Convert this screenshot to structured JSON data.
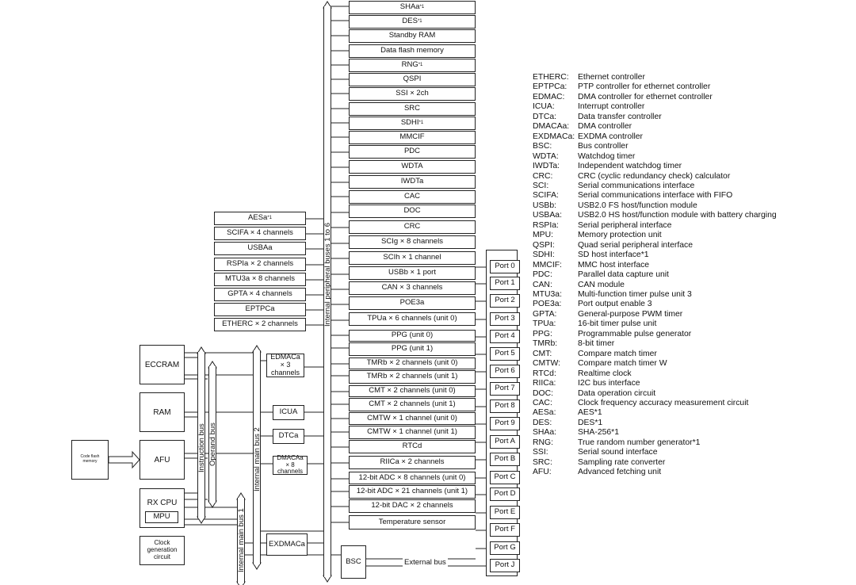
{
  "central_modules": [
    {
      "label": "SHAa",
      "note": "*1"
    },
    {
      "label": "DES",
      "note": "*1"
    },
    {
      "label": "Standby RAM",
      "note": ""
    },
    {
      "label": "Data flash memory",
      "note": ""
    },
    {
      "label": "RNG",
      "note": "*1"
    },
    {
      "label": "QSPI",
      "note": ""
    },
    {
      "label": "SSI × 2ch",
      "note": ""
    },
    {
      "label": "SRC",
      "note": ""
    },
    {
      "label": "SDHI",
      "note": "*1"
    },
    {
      "label": "MMCIF",
      "note": ""
    },
    {
      "label": "PDC",
      "note": ""
    },
    {
      "label": "WDTA",
      "note": ""
    },
    {
      "label": "IWDTa",
      "note": ""
    },
    {
      "label": "CAC",
      "note": ""
    },
    {
      "label": "DOC",
      "note": ""
    },
    {
      "label": "CRC",
      "note": ""
    },
    {
      "label": "SCIg × 8 channels",
      "note": ""
    },
    {
      "label": "SCIh × 1 channel",
      "note": ""
    },
    {
      "label": "USBb × 1 port",
      "note": ""
    },
    {
      "label": "CAN × 3 channels",
      "note": ""
    },
    {
      "label": "POE3a",
      "note": ""
    },
    {
      "label": "TPUa × 6 channels (unit 0)",
      "note": ""
    },
    {
      "label": "PPG (unit 0)",
      "note": ""
    },
    {
      "label": "PPG (unit 1)",
      "note": ""
    },
    {
      "label": "TMRb × 2 channels (unit 0)",
      "note": ""
    },
    {
      "label": "TMRb × 2 channels (unit 1)",
      "note": ""
    },
    {
      "label": "CMT × 2 channels (unit 0)",
      "note": ""
    },
    {
      "label": "CMT × 2 channels (unit 1)",
      "note": ""
    },
    {
      "label": "CMTW × 1 channel (unit 0)",
      "note": ""
    },
    {
      "label": "CMTW × 1 channel (unit 1)",
      "note": ""
    },
    {
      "label": "RTCd",
      "note": ""
    },
    {
      "label": "RIICa × 2 channels",
      "note": ""
    },
    {
      "label": "12-bit ADC × 8 channels (unit 0)",
      "note": ""
    },
    {
      "label": "12-bit ADC × 21 channels (unit 1)",
      "note": ""
    },
    {
      "label": "12-bit DAC × 2 channels",
      "note": ""
    },
    {
      "label": "Temperature sensor",
      "note": ""
    }
  ],
  "left_modules": [
    {
      "label": "AESa",
      "note": "*1"
    },
    {
      "label": "SCIFA × 4 channels",
      "note": ""
    },
    {
      "label": "USBAa",
      "note": ""
    },
    {
      "label": "RSPIa × 2 channels",
      "note": ""
    },
    {
      "label": "MTU3a × 8 channels",
      "note": ""
    },
    {
      "label": "GPTA × 4 channels",
      "note": ""
    },
    {
      "label": "EPTPCa",
      "note": ""
    },
    {
      "label": "ETHERC × 2 channels",
      "note": ""
    }
  ],
  "ports": [
    "Port 0",
    "Port 1",
    "Port 2",
    "Port 3",
    "Port 4",
    "Port 5",
    "Port 6",
    "Port 7",
    "Port 8",
    "Port 9",
    "Port A",
    "Port B",
    "Port C",
    "Port D",
    "Port E",
    "Port F",
    "Port G",
    "Port J"
  ],
  "cpu_side": {
    "eccram": "ECCRAM",
    "ram": "RAM",
    "afu": "AFU",
    "rx_cpu": "RX CPU",
    "mpu": "MPU",
    "clock": "Clock generation circuit",
    "code_flash": "Code flash memory"
  },
  "bus_modules": {
    "edmaca": "EDMACa × 3 channels",
    "icua": "ICUA",
    "dtca": "DTCa",
    "dmacaa": "DMACAa × 8 channels",
    "exdmaca": "EXDMACa",
    "bsc": "BSC"
  },
  "bus_labels": {
    "instruction": "Instruction bus",
    "operand": "Operand bus",
    "main1": "Internal main bus 1",
    "main2": "Internal main bus 2",
    "peripheral": "Internal peripheral buses 1 to 6",
    "external": "External bus"
  },
  "legend": [
    [
      "ETHERC:",
      "Ethernet controller"
    ],
    [
      "EPTPCa:",
      "PTP controller for ethernet controller"
    ],
    [
      "EDMAC:",
      "DMA controller for ethernet controller"
    ],
    [
      "ICUA:",
      "Interrupt controller"
    ],
    [
      "DTCa:",
      "Data transfer controller"
    ],
    [
      "DMACAa:",
      "DMA controller"
    ],
    [
      "EXDMACa:",
      "EXDMA controller"
    ],
    [
      "BSC:",
      "Bus controller"
    ],
    [
      "WDTA:",
      "Watchdog timer"
    ],
    [
      "IWDTa:",
      "Independent watchdog timer"
    ],
    [
      "CRC:",
      "CRC (cyclic redundancy check) calculator"
    ],
    [
      "SCI:",
      "Serial communications interface"
    ],
    [
      "SCIFA:",
      "Serial communications interface with FIFO"
    ],
    [
      "USBb:",
      "USB2.0 FS host/function module"
    ],
    [
      "USBAa:",
      "USB2.0 HS host/function module with battery charging"
    ],
    [
      "RSPIa:",
      "Serial peripheral interface"
    ],
    [
      "MPU:",
      "Memory protection unit"
    ],
    [
      "QSPI:",
      "Quad serial peripheral interface"
    ],
    [
      "SDHI:",
      "SD host interface*1"
    ],
    [
      "MMCIF:",
      "MMC host interface"
    ],
    [
      "PDC:",
      "Parallel data capture unit"
    ],
    [
      "CAN:",
      "CAN module"
    ],
    [
      "MTU3a:",
      "Multi-function timer pulse unit 3"
    ],
    [
      "POE3a:",
      "Port output enable 3"
    ],
    [
      "GPTA:",
      "General-purpose PWM timer"
    ],
    [
      "TPUa:",
      "16-bit timer pulse unit"
    ],
    [
      "PPG:",
      "Programmable pulse generator"
    ],
    [
      "TMRb:",
      "8-bit timer"
    ],
    [
      "CMT:",
      "Compare match timer"
    ],
    [
      "CMTW:",
      "Compare match timer W"
    ],
    [
      "RTCd:",
      "Realtime clock"
    ],
    [
      "RIICa:",
      "I2C bus interface"
    ],
    [
      "DOC:",
      "Data operation circuit"
    ],
    [
      "CAC:",
      "Clock frequency accuracy measurement circuit"
    ],
    [
      "AESa:",
      "AES*1"
    ],
    [
      "DES:",
      "DES*1"
    ],
    [
      "SHAa:",
      "SHA-256*1"
    ],
    [
      "RNG:",
      "True random number generator*1"
    ],
    [
      "SSI:",
      "Serial sound interface"
    ],
    [
      "SRC:",
      "Sampling rate converter"
    ],
    [
      "AFU:",
      "Advanced fetching unit"
    ]
  ]
}
